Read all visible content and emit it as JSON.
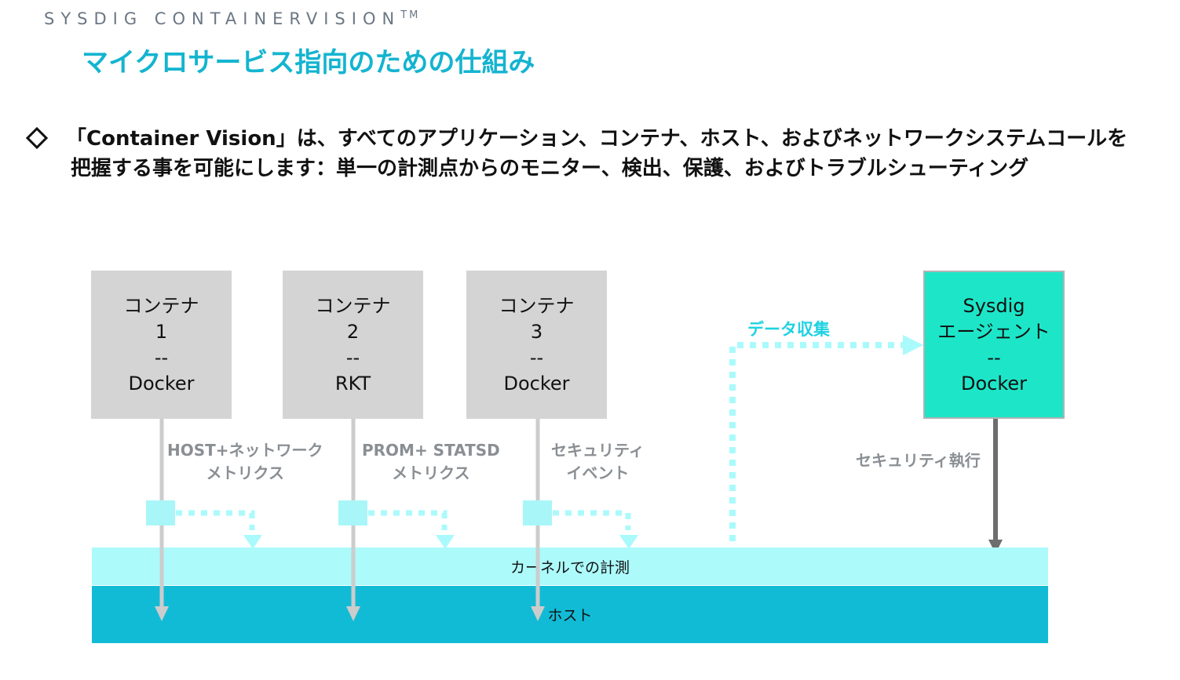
{
  "header": {
    "brand": "SYSDIG CONTAINERVISION",
    "brand_tm": "TM",
    "title": "マイクロサービス指向のための仕組み"
  },
  "bullet": {
    "line1": "「Container Vision」は、すべてのアプリケーション、コンテナ、ホスト、およびネットワークシステムコールを",
    "line2": "把握する事を可能にします：単一の計測点からのモニター、検出、保護、およびトラブルシューティング"
  },
  "containers": [
    {
      "title": "コンテナ",
      "number": "1",
      "separator": "--",
      "runtime": "Docker"
    },
    {
      "title": "コンテナ",
      "number": "2",
      "separator": "--",
      "runtime": "RKT"
    },
    {
      "title": "コンテナ",
      "number": "3",
      "separator": "--",
      "runtime": "Docker"
    }
  ],
  "agent": {
    "line1": "Sysdig",
    "line2": "エージェント",
    "separator": "--",
    "runtime": "Docker"
  },
  "flow_labels": {
    "c1_line1": "HOST+ネットワーク",
    "c1_line2": "メトリクス",
    "c2_line1": "PROM+ STATSD",
    "c2_line2": "メトリクス",
    "c3_line1": "セキュリティ",
    "c3_line2": "イベント",
    "agent_label": "セキュリティ執行",
    "collect_label": "データ収集"
  },
  "layers": {
    "kernel": "カーネルでの計測",
    "host": "ホスト"
  },
  "colors": {
    "title": "#14b4d0",
    "container_box": "#d4d4d4",
    "agent_box": "#1de6c8",
    "kernel_band": "#adfafb",
    "host_band": "#12bbd5",
    "probe": "#a9f6f8",
    "dotted_flow": "#aafafc",
    "vertical_arrow": "#cccccc",
    "agent_arrow": "#6e6e6e"
  }
}
